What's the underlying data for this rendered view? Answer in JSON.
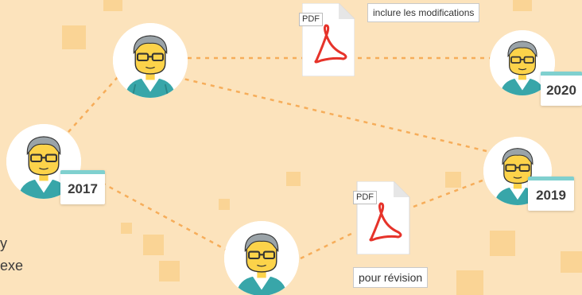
{
  "years": {
    "y2017": "2017",
    "y2019": "2019",
    "y2020": "2020"
  },
  "documents": {
    "tag": "PDF",
    "note_top": "inclure les modifications",
    "note_bottom": "pour révision"
  },
  "side_text": {
    "line1": "y",
    "line2": "exe"
  },
  "colors": {
    "background": "#fce3bc",
    "accent_teal": "#7fd0cf",
    "connector": "#f6ad5a",
    "acrobat_red": "#e6332a",
    "face": "#fcd34a"
  }
}
